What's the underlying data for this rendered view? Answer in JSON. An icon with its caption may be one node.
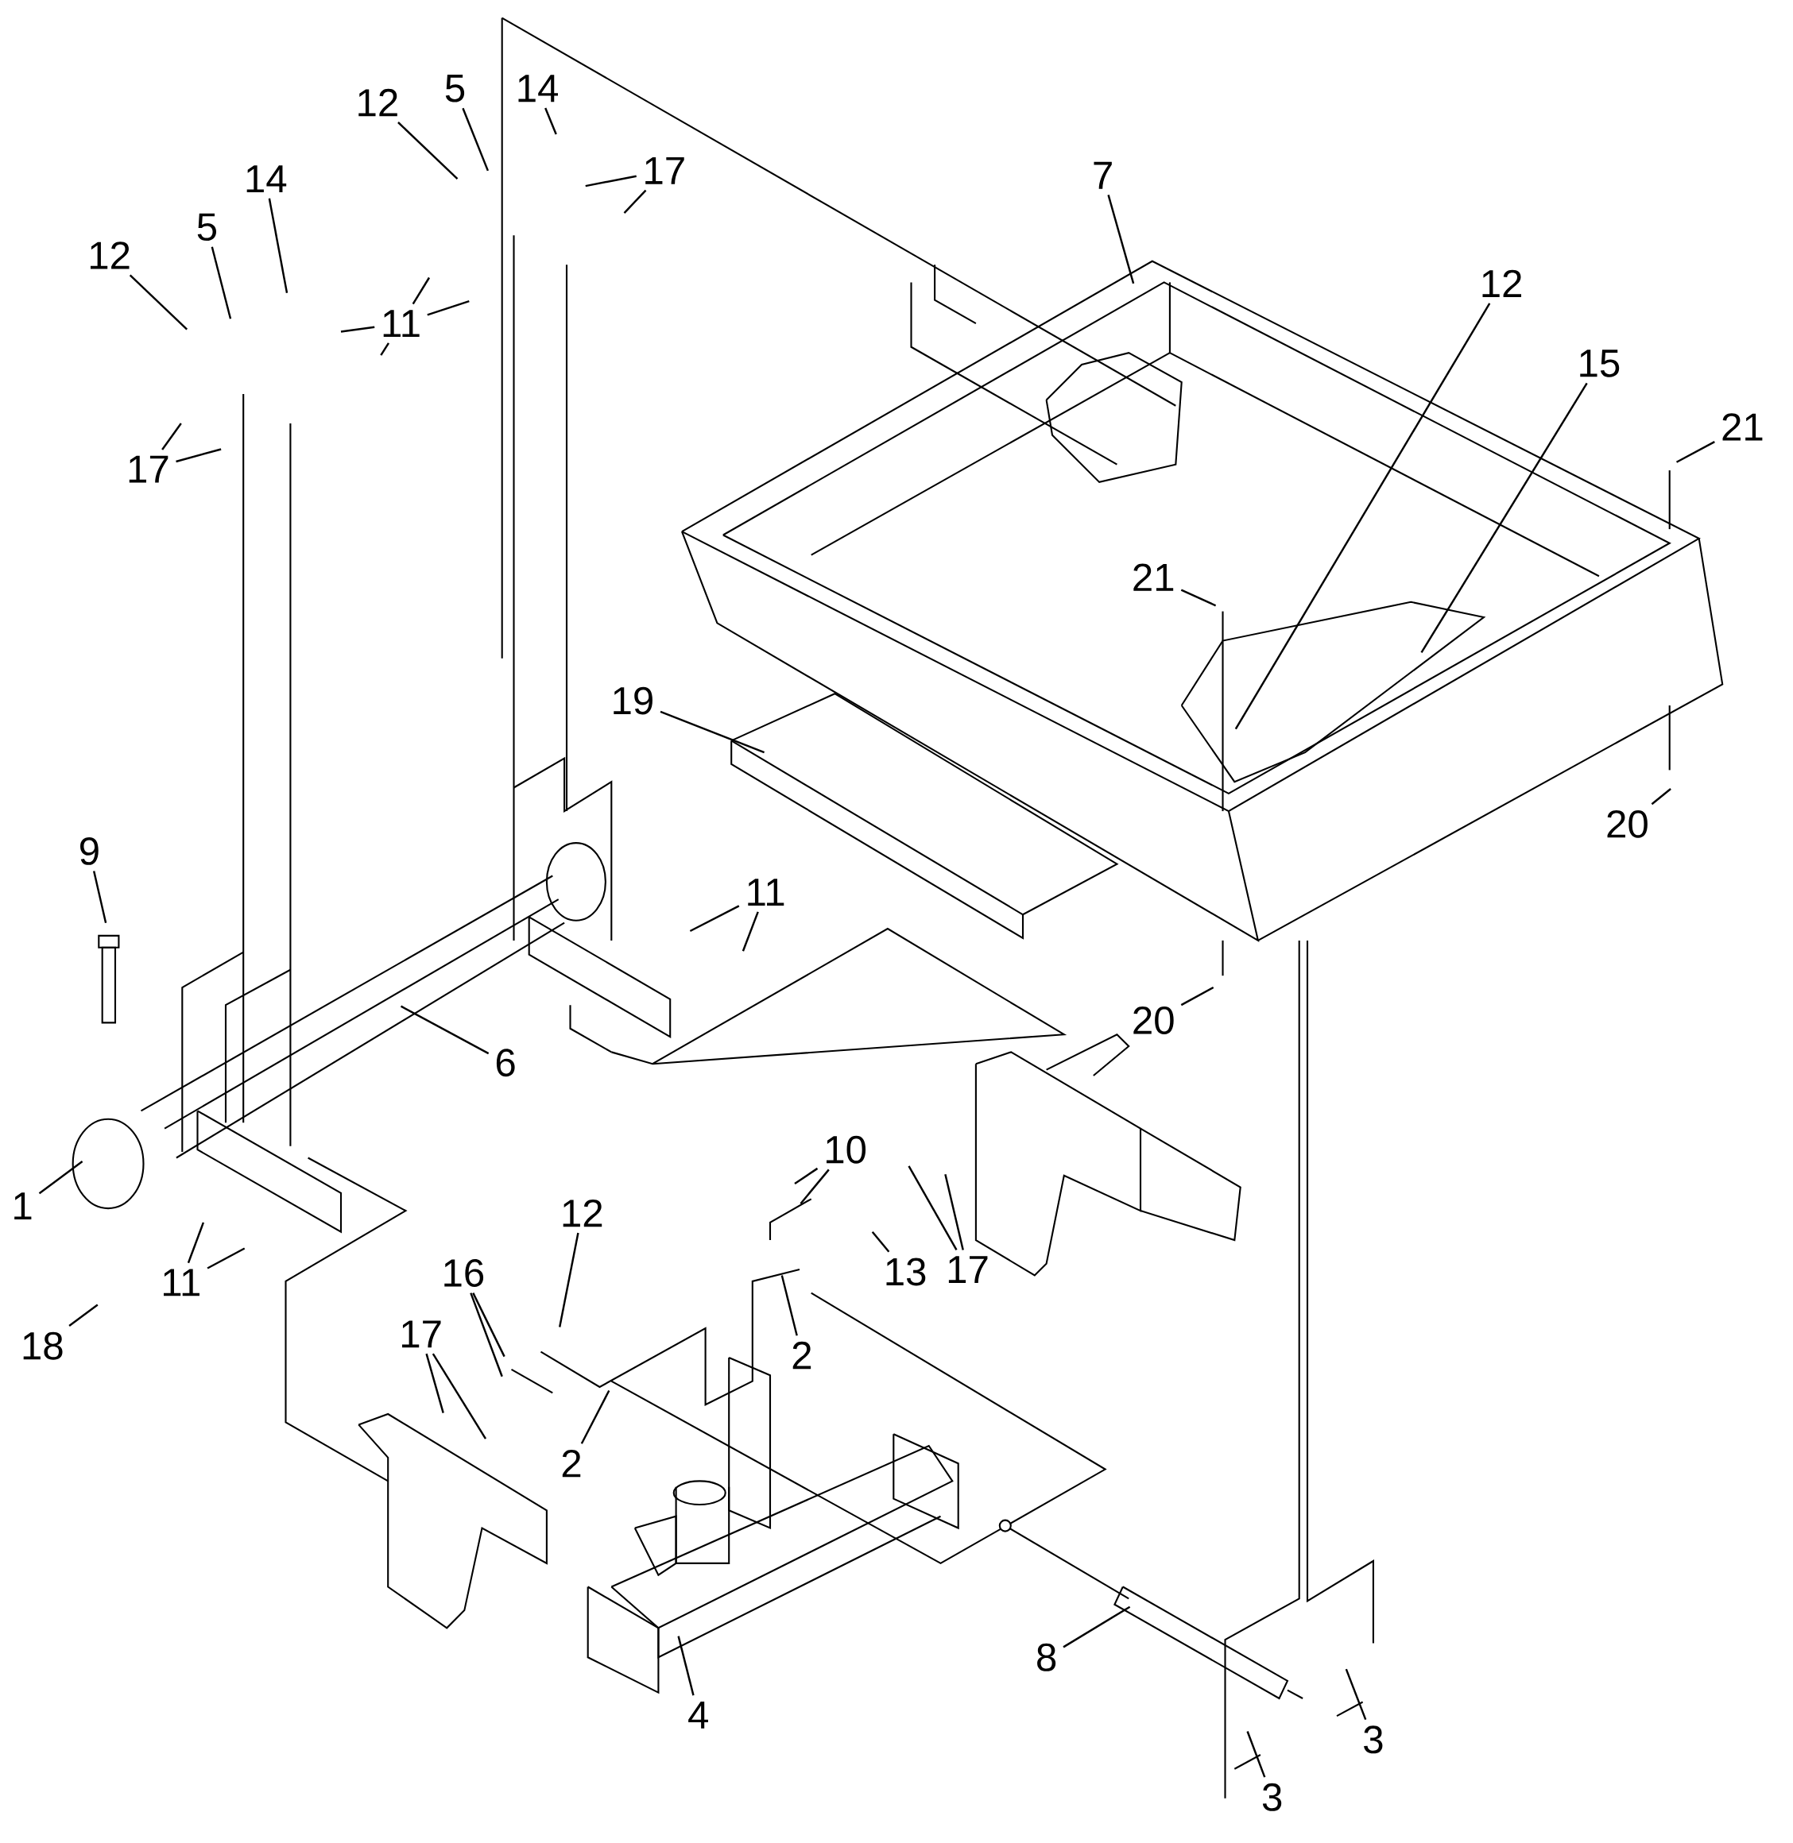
{
  "diagram": {
    "nodes": [
      {
        "text": [
          "5"
        ]
      },
      {
        "text": [
          "14"
        ]
      },
      {
        "text": [
          "12"
        ]
      },
      {
        "text": [
          "17"
        ]
      },
      {
        "text": [
          "7"
        ]
      },
      {
        "text": [
          "14"
        ]
      },
      {
        "text": [
          "5"
        ]
      },
      {
        "text": [
          "12"
        ]
      },
      {
        "text": [
          "12"
        ]
      },
      {
        "text": [
          "11"
        ]
      },
      {
        "text": [
          "15"
        ]
      },
      {
        "text": [
          "21"
        ]
      },
      {
        "text": [
          "17"
        ]
      },
      {
        "text": [
          "21"
        ]
      },
      {
        "text": [
          "19"
        ]
      },
      {
        "text": [
          "20"
        ]
      },
      {
        "text": [
          "9"
        ]
      },
      {
        "text": [
          "11"
        ]
      },
      {
        "text": [
          "20"
        ]
      },
      {
        "text": [
          "6"
        ]
      },
      {
        "text": [
          "10"
        ]
      },
      {
        "text": [
          "1"
        ]
      },
      {
        "text": [
          "12"
        ]
      },
      {
        "text": [
          "17"
        ]
      },
      {
        "text": [
          "13"
        ]
      },
      {
        "text": [
          "16"
        ]
      },
      {
        "text": [
          "11"
        ]
      },
      {
        "text": [
          "17"
        ]
      },
      {
        "text": [
          "18"
        ]
      },
      {
        "text": [
          "2"
        ]
      },
      {
        "text": [
          "2"
        ]
      },
      {
        "text": [
          "8"
        ]
      },
      {
        "text": [
          "4"
        ]
      },
      {
        "text": [
          "3"
        ]
      },
      {
        "text": [
          "3"
        ]
      }
    ],
    "edges": [
      {
        "from": 0,
        "to": null,
        "arrow": "none"
      },
      {
        "from": 1,
        "to": null,
        "arrow": "none"
      },
      {
        "from": 2,
        "to": null,
        "arrow": "none"
      },
      {
        "from": 3,
        "to": null,
        "arrow": "none"
      },
      {
        "from": 3,
        "to": null,
        "arrow": "none"
      },
      {
        "from": 4,
        "to": null,
        "arrow": "none"
      },
      {
        "from": 5,
        "to": null,
        "arrow": "none"
      },
      {
        "from": 6,
        "to": null,
        "arrow": "none"
      },
      {
        "from": 7,
        "to": null,
        "arrow": "none"
      },
      {
        "from": 8,
        "to": null,
        "arrow": "none"
      },
      {
        "from": 9,
        "to": null,
        "arrow": "none"
      },
      {
        "from": 9,
        "to": null,
        "arrow": "none"
      },
      {
        "from": 9,
        "to": null,
        "arrow": "none"
      },
      {
        "from": 9,
        "to": null,
        "arrow": "none"
      },
      {
        "from": 10,
        "to": null,
        "arrow": "none"
      },
      {
        "from": 11,
        "to": null,
        "arrow": "none"
      },
      {
        "from": 12,
        "to": null,
        "arrow": "none"
      },
      {
        "from": 12,
        "to": null,
        "arrow": "none"
      },
      {
        "from": 13,
        "to": null,
        "arrow": "none"
      },
      {
        "from": 14,
        "to": null,
        "arrow": "none"
      },
      {
        "from": 15,
        "to": null,
        "arrow": "none"
      },
      {
        "from": 16,
        "to": null,
        "arrow": "none"
      },
      {
        "from": 17,
        "to": null,
        "arrow": "none"
      },
      {
        "from": 17,
        "to": null,
        "arrow": "none"
      },
      {
        "from": 18,
        "to": null,
        "arrow": "none"
      },
      {
        "from": 19,
        "to": null,
        "arrow": "none"
      },
      {
        "from": 20,
        "to": null,
        "arrow": "none"
      },
      {
        "from": 20,
        "to": null,
        "arrow": "none"
      },
      {
        "from": 21,
        "to": null,
        "arrow": "none"
      },
      {
        "from": 22,
        "to": null,
        "arrow": "none"
      },
      {
        "from": 23,
        "to": null,
        "arrow": "none"
      },
      {
        "from": 23,
        "to": null,
        "arrow": "none"
      },
      {
        "from": 24,
        "to": null,
        "arrow": "none"
      },
      {
        "from": 25,
        "to": null,
        "arrow": "none"
      },
      {
        "from": 25,
        "to": null,
        "arrow": "none"
      },
      {
        "from": 26,
        "to": null,
        "arrow": "none"
      },
      {
        "from": 26,
        "to": null,
        "arrow": "none"
      },
      {
        "from": 27,
        "to": null,
        "arrow": "none"
      },
      {
        "from": 27,
        "to": null,
        "arrow": "none"
      },
      {
        "from": 28,
        "to": null,
        "arrow": "none"
      },
      {
        "from": 29,
        "to": null,
        "arrow": "none"
      },
      {
        "from": 30,
        "to": null,
        "arrow": "none"
      },
      {
        "from": 31,
        "to": null,
        "arrow": "none"
      },
      {
        "from": 32,
        "to": null,
        "arrow": "none"
      },
      {
        "from": 33,
        "to": null,
        "arrow": "none"
      },
      {
        "from": 34,
        "to": null,
        "arrow": "none"
      }
    ]
  }
}
